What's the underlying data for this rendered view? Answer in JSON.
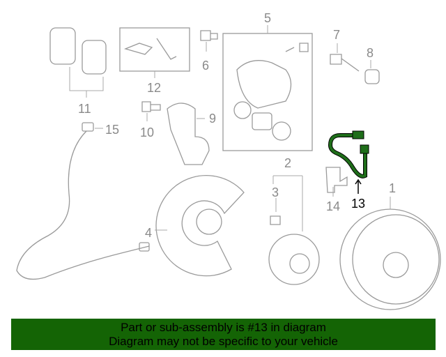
{
  "diagram": {
    "highlighted_part": "13",
    "highlight_color": "#1f6e1a",
    "callouts": [
      "1",
      "2",
      "3",
      "4",
      "5",
      "6",
      "7",
      "8",
      "9",
      "10",
      "11",
      "12",
      "13",
      "14",
      "15"
    ]
  },
  "banner": {
    "line1": "Part or sub-assembly is #13 in diagram",
    "line2": "Diagram may not be specific to your vehicle",
    "background": "#146405"
  }
}
